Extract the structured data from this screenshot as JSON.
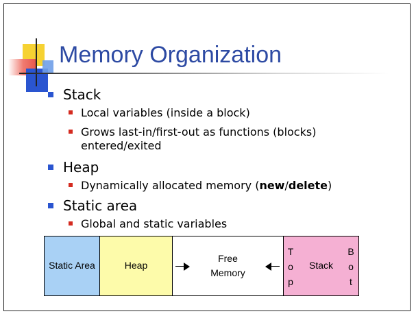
{
  "title": "Memory Organization",
  "bullets": [
    {
      "text": "Stack",
      "sub": [
        "Local variables (inside a block)",
        "Grows last-in/first-out as functions (blocks)",
        "entered/exited"
      ]
    },
    {
      "text": "Heap",
      "sub_parts": [
        "Dynamically allocated memory (",
        "new",
        "/",
        "delete",
        ")"
      ]
    },
    {
      "text": "Static area",
      "sub": [
        "Global and static variables"
      ]
    }
  ],
  "diagram": {
    "static_area": "Static Area",
    "heap": "Heap",
    "free_line1": "Free",
    "free_line2": "Memory",
    "stack": "Stack",
    "top_letters": [
      "T",
      "o",
      "p"
    ],
    "bot_letters": [
      "B",
      "o",
      "t"
    ]
  },
  "colors": {
    "title": "#2d4aa3",
    "bullet_l1": "#2a55d0",
    "bullet_l2": "#d42b20",
    "static_area": "#a9d1f5",
    "heap": "#fdfbaa",
    "free_memory": "#ffffff",
    "stack": "#f5b0d3"
  },
  "icons": {
    "arrow_heap": "arrow-right-icon",
    "arrow_stack": "arrow-left-icon"
  }
}
